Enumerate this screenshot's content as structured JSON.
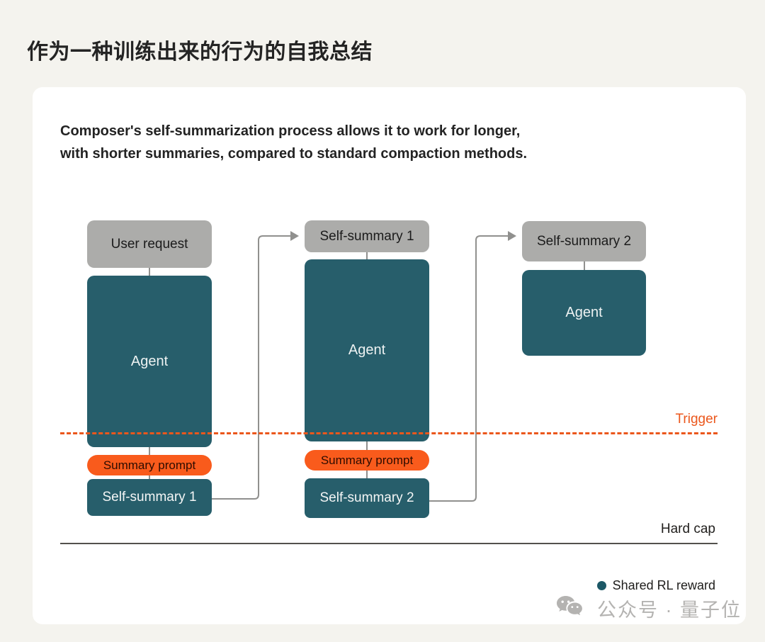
{
  "page": {
    "title": "作为一种训练出来的行为的自我总结",
    "background_color": "#F4F3EE"
  },
  "card": {
    "description_line1": "Composer's self-summarization process allows it to work for longer,",
    "description_line2": "with shorter summaries, compared to standard compaction methods."
  },
  "diagram": {
    "columns": [
      {
        "top_label": "User request",
        "agent_label": "Agent",
        "prompt_label": "Summary prompt",
        "output_label": "Self-summary 1"
      },
      {
        "top_label": "Self-summary 1",
        "agent_label": "Agent",
        "prompt_label": "Summary prompt",
        "output_label": "Self-summary 2"
      },
      {
        "top_label": "Self-summary 2",
        "agent_label": "Agent"
      }
    ],
    "trigger_label": "Trigger",
    "hard_cap_label": "Hard cap",
    "legend": {
      "label": "Shared RL reward",
      "dot_color": "#1C5866"
    },
    "colors": {
      "agent_box": "#275E6B",
      "gray_box": "#ACACAA",
      "prompt_pill": "#F95B1C",
      "trigger_line": "#EB571C",
      "hard_cap_line": "#53514D",
      "connector": "#90908E"
    }
  },
  "watermark": {
    "icon": "wechat-icon",
    "text": "公众号 · 量子位"
  }
}
